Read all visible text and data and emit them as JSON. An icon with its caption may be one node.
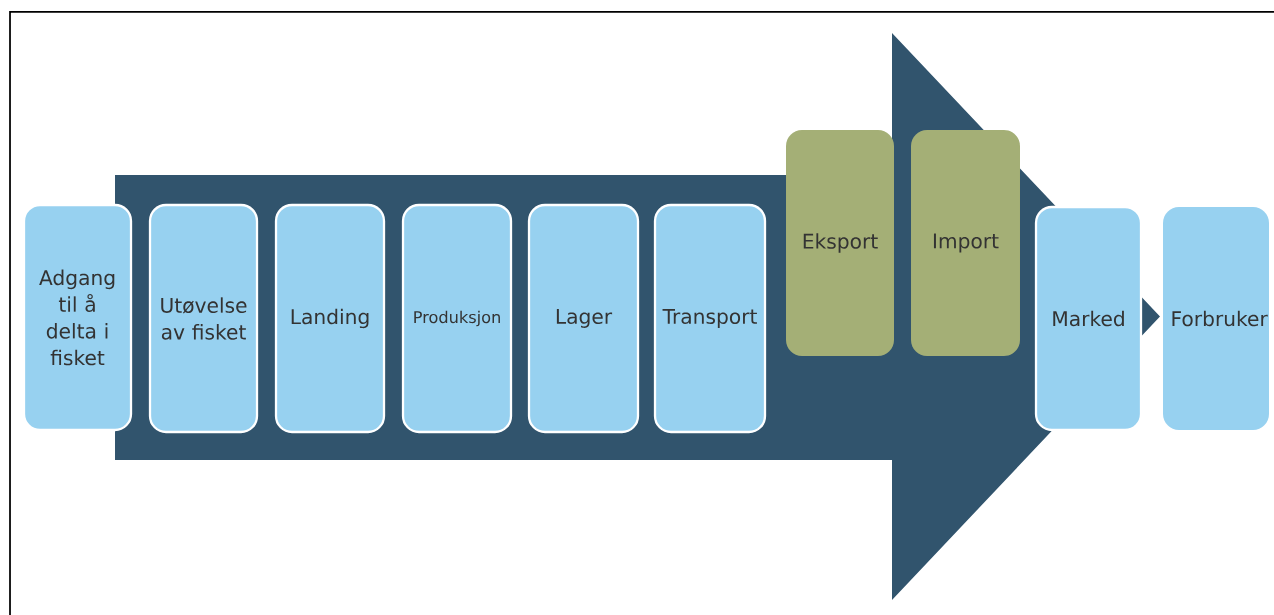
{
  "diagram": {
    "nodes": [
      {
        "text": [
          "Adgang til å delta i fisket"
        ]
      },
      {
        "text": [
          "Utøvelse av fisket"
        ]
      },
      {
        "text": [
          "Landing"
        ]
      },
      {
        "text": [
          "Produksjon"
        ]
      },
      {
        "text": [
          "Lager"
        ]
      },
      {
        "text": [
          "Transport"
        ]
      },
      {
        "text": [
          "Eksport"
        ]
      },
      {
        "text": [
          "Import"
        ]
      },
      {
        "text": [
          "Marked"
        ]
      },
      {
        "text": [
          "Forbruker"
        ]
      }
    ],
    "edges": [
      {
        "from": 0,
        "to": 9,
        "arrow": "to"
      }
    ]
  }
}
